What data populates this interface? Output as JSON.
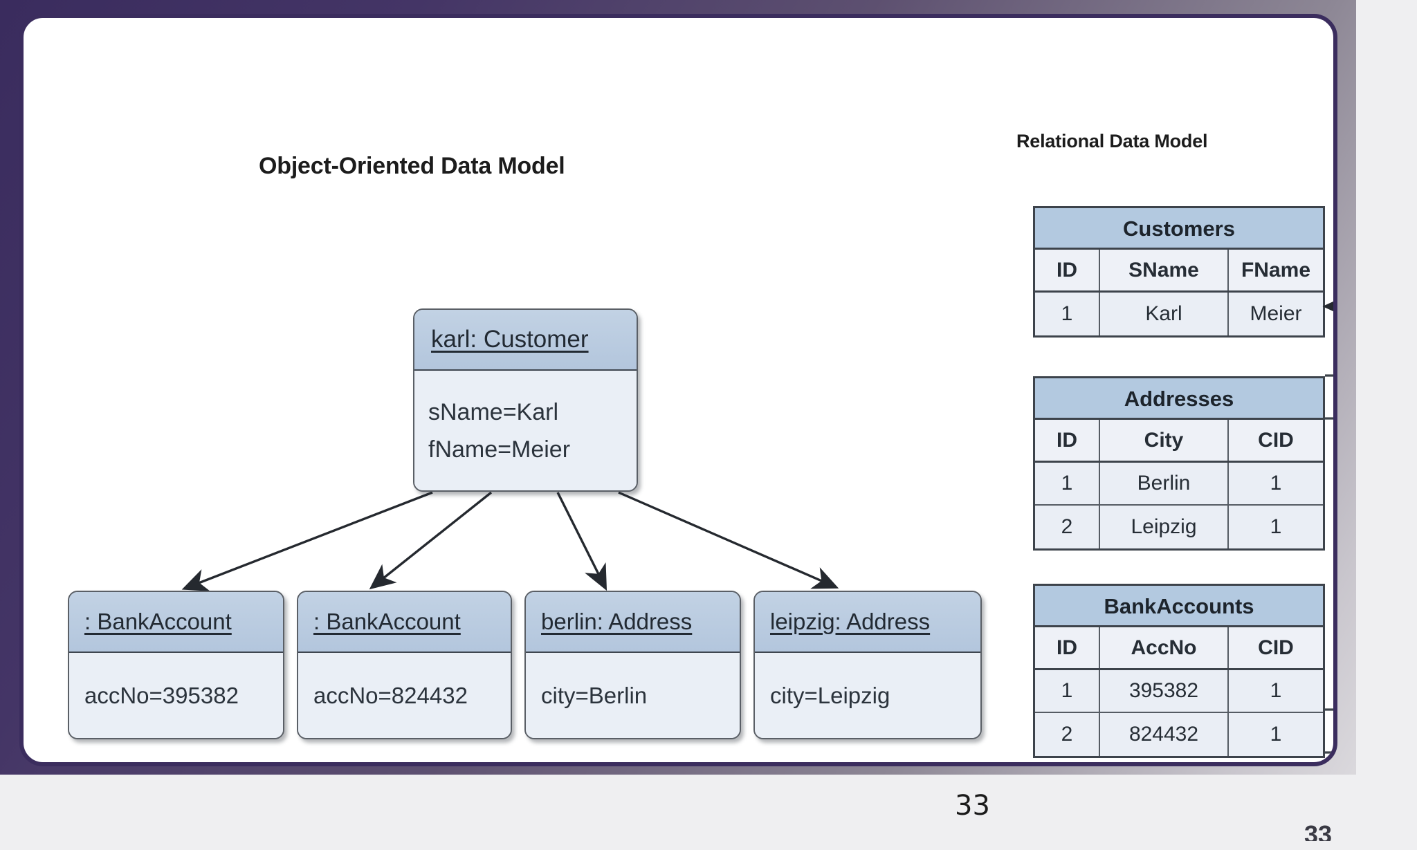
{
  "slide": {
    "page_number": "33",
    "page_number_footer": "33"
  },
  "oo_section": {
    "title": "Object-Oriented Data Model",
    "root_object": {
      "header": "karl: Customer",
      "attributes": [
        "sName=Karl",
        "fName=Meier"
      ]
    },
    "child_objects": [
      {
        "header": ": BankAccount",
        "attribute": "accNo=395382"
      },
      {
        "header": ": BankAccount",
        "attribute": "accNo=824432"
      },
      {
        "header": "berlin: Address",
        "attribute": "city=Berlin"
      },
      {
        "header": "leipzig: Address",
        "attribute": "city=Leipzig"
      }
    ]
  },
  "relational_section": {
    "title": "Relational Data Model",
    "tables": [
      {
        "name": "Customers",
        "columns": [
          "ID",
          "SName",
          "FName"
        ],
        "rows": [
          [
            "1",
            "Karl",
            "Meier"
          ]
        ]
      },
      {
        "name": "Addresses",
        "columns": [
          "ID",
          "City",
          "CID"
        ],
        "rows": [
          [
            "1",
            "Berlin",
            "1"
          ],
          [
            "2",
            "Leipzig",
            "1"
          ]
        ]
      },
      {
        "name": "BankAccounts",
        "columns": [
          "ID",
          "AccNo",
          "CID"
        ],
        "rows": [
          [
            "1",
            "395382",
            "1"
          ],
          [
            "2",
            "824432",
            "1"
          ]
        ]
      }
    ]
  },
  "colors": {
    "slide_border": "#3b2d5e",
    "backdrop": "#3a2c5e",
    "table_header_blue": "#b3c9e0",
    "uml_header_blue": "#b8cce0",
    "line": "#3d434b"
  }
}
